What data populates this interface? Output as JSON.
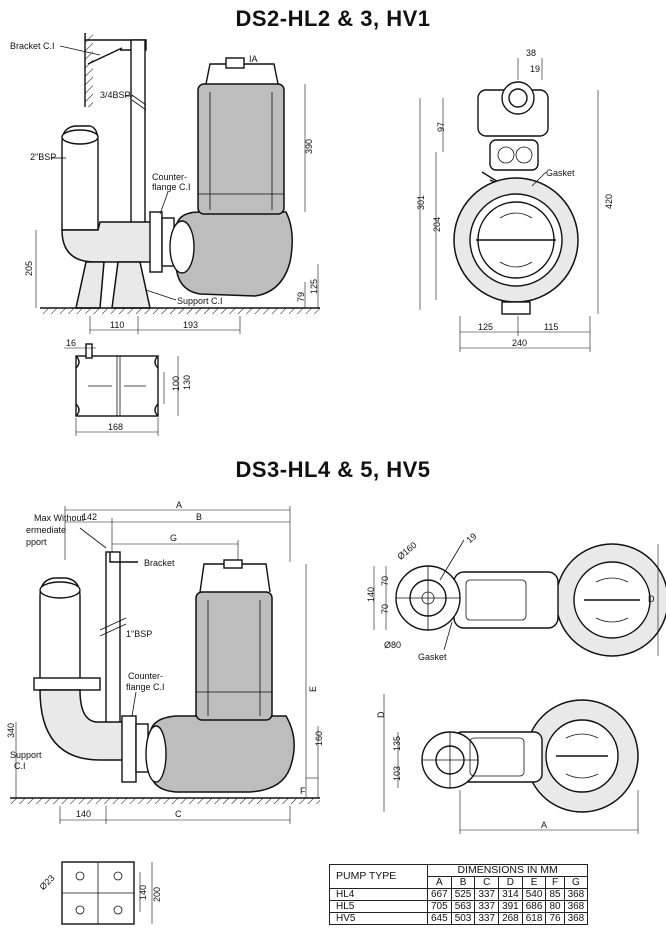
{
  "drawing1": {
    "title": "DS2-HL2 & 3, HV1",
    "labels": {
      "bracket": "Bracket C.I",
      "bsp_small": "3/4BSP",
      "bsp_large": "2\"BSP",
      "counterflange": "Counter-",
      "counterflange2": "flange C.I",
      "support": "Support C.I",
      "gasket": "Gasket"
    },
    "dims": [
      "390",
      "205",
      "79",
      "125",
      "110",
      "193",
      "16",
      "100",
      "130",
      "168",
      "38",
      "19",
      "97",
      "301",
      "204",
      "420",
      "125",
      "115",
      "240"
    ]
  },
  "drawing2": {
    "title": "DS3-HL4 & 5, HV5",
    "labels": {
      "max_without": "Max Without",
      "intermediate": "ermediate",
      "support_text": "pport",
      "bracket": "Bracket",
      "bsp": "1\"BSP",
      "counterflange": "Counter-",
      "counterflange2": "flange C.I",
      "support": "Support",
      "support_ci": "C.I",
      "gasket": "Gasket",
      "A": "A",
      "B": "B",
      "G": "G",
      "E": "E",
      "F": "F",
      "C": "C",
      "D": "D"
    },
    "dims": [
      "142",
      "340",
      "160",
      "140",
      "140",
      "200",
      "Ø23",
      "Ø160",
      "Ø80",
      "19",
      "70",
      "70",
      "140",
      "135",
      "103"
    ]
  },
  "table": {
    "label": "PUMP TYPE",
    "group_header": "DIMENSIONS  IN MM",
    "columns": [
      "A",
      "B",
      "C",
      "D",
      "E",
      "F",
      "G"
    ],
    "rows": [
      {
        "type": "HL4",
        "values": [
          "667",
          "525",
          "337",
          "314",
          "540",
          "85",
          "368"
        ]
      },
      {
        "type": "HL5",
        "values": [
          "705",
          "563",
          "337",
          "391",
          "686",
          "80",
          "368"
        ]
      },
      {
        "type": "HV5",
        "values": [
          "645",
          "503",
          "337",
          "268",
          "618",
          "76",
          "368"
        ]
      }
    ]
  }
}
